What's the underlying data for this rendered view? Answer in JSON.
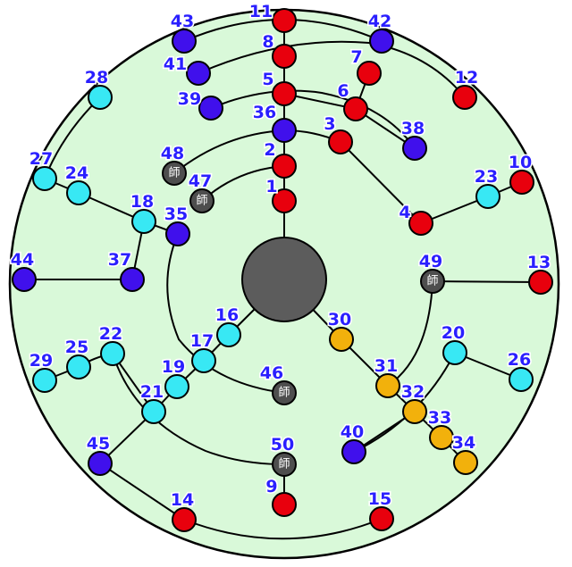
{
  "colors": {
    "background": "#d9f9d9",
    "red": "#e8000d",
    "cyan": "#38e8f4",
    "blue": "#4010ec",
    "orange": "#f2b10c",
    "gray": "#4e4e4e",
    "center": "#5c5c5c",
    "label": "#2a1fff"
  },
  "gray_node_glyph": "師",
  "nodes": [
    {
      "id": "1",
      "label": "1",
      "color": "red"
    },
    {
      "id": "2",
      "label": "2",
      "color": "red"
    },
    {
      "id": "3",
      "label": "3",
      "color": "red"
    },
    {
      "id": "4",
      "label": "4",
      "color": "red"
    },
    {
      "id": "5",
      "label": "5",
      "color": "red"
    },
    {
      "id": "6",
      "label": "6",
      "color": "red"
    },
    {
      "id": "7",
      "label": "7",
      "color": "red"
    },
    {
      "id": "8",
      "label": "8",
      "color": "red"
    },
    {
      "id": "9",
      "label": "9",
      "color": "red"
    },
    {
      "id": "10",
      "label": "10",
      "color": "red"
    },
    {
      "id": "11",
      "label": "11",
      "color": "red"
    },
    {
      "id": "12",
      "label": "12",
      "color": "red"
    },
    {
      "id": "13",
      "label": "13",
      "color": "red"
    },
    {
      "id": "14",
      "label": "14",
      "color": "red"
    },
    {
      "id": "15",
      "label": "15",
      "color": "red"
    },
    {
      "id": "16",
      "label": "16",
      "color": "cyan"
    },
    {
      "id": "17",
      "label": "17",
      "color": "cyan"
    },
    {
      "id": "18",
      "label": "18",
      "color": "cyan"
    },
    {
      "id": "19",
      "label": "19",
      "color": "cyan"
    },
    {
      "id": "20",
      "label": "20",
      "color": "cyan"
    },
    {
      "id": "21",
      "label": "21",
      "color": "cyan"
    },
    {
      "id": "22",
      "label": "22",
      "color": "cyan"
    },
    {
      "id": "23",
      "label": "23",
      "color": "cyan"
    },
    {
      "id": "24",
      "label": "24",
      "color": "cyan"
    },
    {
      "id": "25",
      "label": "25",
      "color": "cyan"
    },
    {
      "id": "26",
      "label": "26",
      "color": "cyan"
    },
    {
      "id": "27",
      "label": "27",
      "color": "cyan"
    },
    {
      "id": "28",
      "label": "28",
      "color": "cyan"
    },
    {
      "id": "29",
      "label": "29",
      "color": "cyan"
    },
    {
      "id": "30",
      "label": "30",
      "color": "orange"
    },
    {
      "id": "31",
      "label": "31",
      "color": "orange"
    },
    {
      "id": "32",
      "label": "32",
      "color": "orange"
    },
    {
      "id": "33",
      "label": "33",
      "color": "orange"
    },
    {
      "id": "34",
      "label": "34",
      "color": "orange"
    },
    {
      "id": "35",
      "label": "35",
      "color": "blue"
    },
    {
      "id": "36",
      "label": "36",
      "color": "blue"
    },
    {
      "id": "37",
      "label": "37",
      "color": "blue"
    },
    {
      "id": "38",
      "label": "38",
      "color": "blue"
    },
    {
      "id": "39",
      "label": "39",
      "color": "blue"
    },
    {
      "id": "40",
      "label": "40",
      "color": "blue"
    },
    {
      "id": "41",
      "label": "41",
      "color": "blue"
    },
    {
      "id": "42",
      "label": "42",
      "color": "blue"
    },
    {
      "id": "43",
      "label": "43",
      "color": "blue"
    },
    {
      "id": "44",
      "label": "44",
      "color": "blue"
    },
    {
      "id": "45",
      "label": "45",
      "color": "blue"
    },
    {
      "id": "46",
      "label": "46",
      "color": "gray"
    },
    {
      "id": "47",
      "label": "47",
      "color": "gray"
    },
    {
      "id": "48",
      "label": "48",
      "color": "gray"
    },
    {
      "id": "49",
      "label": "49",
      "color": "gray"
    },
    {
      "id": "50",
      "label": "50",
      "color": "gray"
    }
  ]
}
